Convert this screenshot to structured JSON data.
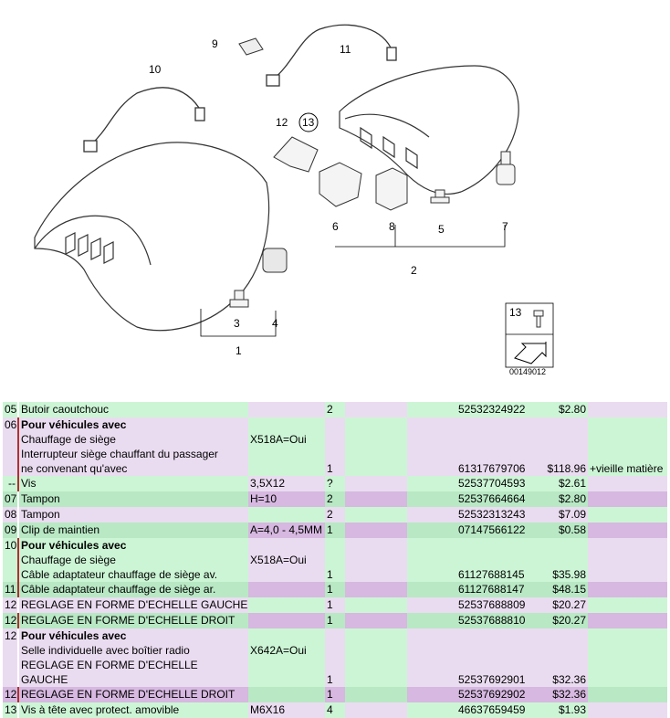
{
  "diagram": {
    "callouts": [
      "9",
      "11",
      "10",
      "12",
      "13",
      "6",
      "8",
      "5",
      "7",
      "2",
      "3",
      "4",
      "1"
    ],
    "legend_num": "13",
    "ref_code": "00149012"
  },
  "rows": [
    {
      "num": "05",
      "mark": false,
      "desc": [
        "Butoir caoutchouc"
      ],
      "bold_first": false,
      "spec": "",
      "qty": "2",
      "part": "52532324922",
      "price": "$2.80",
      "note": "",
      "theme": "g1"
    },
    {
      "num": "06",
      "mark": true,
      "desc": [
        "Pour véhicules avec",
        "Chauffage de siège",
        "Interrupteur siège chauffant du passager",
        "ne convenant qu'avec"
      ],
      "bold_first": true,
      "spec": "X518A=Oui",
      "qty": "1",
      "part": "61317679706",
      "price": "$118.96",
      "note": "+vieille matière",
      "theme": "p1"
    },
    {
      "num": "--",
      "mark": true,
      "desc": [
        "Vis"
      ],
      "bold_first": false,
      "spec": "3,5X12",
      "qty": "?",
      "part": "52537704593",
      "price": "$2.61",
      "note": "",
      "theme": "g1"
    },
    {
      "num": "07",
      "mark": false,
      "desc": [
        "Tampon"
      ],
      "bold_first": false,
      "spec": "H=10",
      "qty": "2",
      "part": "52537664664",
      "price": "$2.80",
      "note": "",
      "theme": "g2"
    },
    {
      "num": "08",
      "mark": false,
      "desc": [
        "Tampon"
      ],
      "bold_first": false,
      "spec": "",
      "qty": "2",
      "part": "52532313243",
      "price": "$7.09",
      "note": "",
      "theme": "p1"
    },
    {
      "num": "09",
      "mark": false,
      "desc": [
        "Clip de maintien"
      ],
      "bold_first": false,
      "spec": "A=4,0 - 4,5MM",
      "qty": "1",
      "part": "07147566122",
      "price": "$0.58",
      "note": "",
      "theme": "g2"
    },
    {
      "num": "10",
      "mark": true,
      "desc": [
        "Pour véhicules avec",
        "Chauffage de siège",
        "Câble adaptateur chauffage de siège av."
      ],
      "bold_first": true,
      "spec": "X518A=Oui",
      "qty": "1",
      "part": "61127688145",
      "price": "$35.98",
      "note": "",
      "theme": "g1"
    },
    {
      "num": "11",
      "mark": true,
      "desc": [
        "Câble adaptateur chauffage de siège ar."
      ],
      "bold_first": false,
      "spec": "",
      "qty": "1",
      "part": "61127688147",
      "price": "$48.15",
      "note": "",
      "theme": "g2"
    },
    {
      "num": "12",
      "mark": false,
      "desc": [
        "REGLAGE EN FORME D'ECHELLE GAUCHE"
      ],
      "bold_first": false,
      "spec": "",
      "qty": "1",
      "part": "52537688809",
      "price": "$20.27",
      "note": "",
      "theme": "p1"
    },
    {
      "num": "12",
      "mark": true,
      "desc": [
        "REGLAGE EN FORME D'ECHELLE DROIT"
      ],
      "bold_first": false,
      "spec": "",
      "qty": "1",
      "part": "52537688810",
      "price": "$20.27",
      "note": "",
      "theme": "g2"
    },
    {
      "num": "12",
      "mark": false,
      "desc": [
        "Pour véhicules avec",
        "Selle individuelle avec boîtier radio",
        "REGLAGE EN FORME D'ECHELLE GAUCHE"
      ],
      "bold_first": true,
      "spec": "X642A=Oui",
      "qty": "1",
      "part": "52537692901",
      "price": "$32.36",
      "note": "",
      "theme": "p1"
    },
    {
      "num": "12",
      "mark": true,
      "desc": [
        "REGLAGE EN FORME D'ECHELLE DROIT"
      ],
      "bold_first": false,
      "spec": "",
      "qty": "1",
      "part": "52537692902",
      "price": "$32.36",
      "note": "",
      "theme": "p2"
    },
    {
      "num": "13",
      "mark": false,
      "desc": [
        "Vis à tête avec protect. amovible"
      ],
      "bold_first": false,
      "spec": "M6X16",
      "qty": "4",
      "part": "46637659459",
      "price": "$1.93",
      "note": "",
      "theme": "g1"
    }
  ]
}
